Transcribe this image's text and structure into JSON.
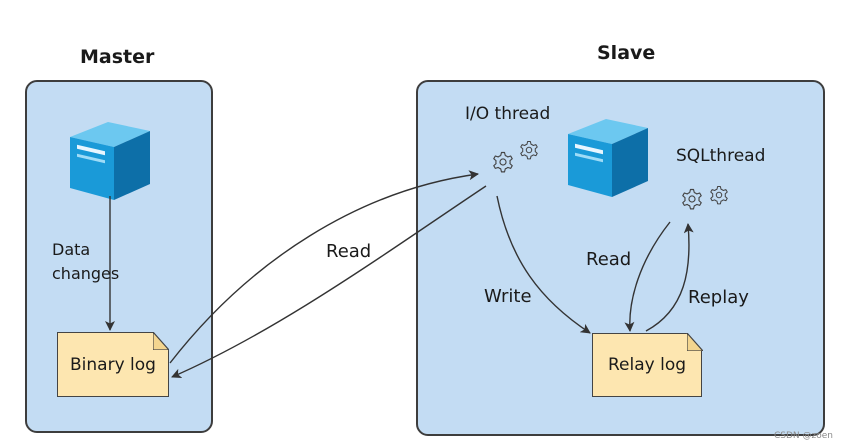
{
  "master": {
    "title": "Master",
    "data_changes_line1": "Data",
    "data_changes_line2": "changes",
    "binary_log": "Binary log"
  },
  "slave": {
    "title": "Slave",
    "io_thread": "I/O thread",
    "sql_thread": "SQLthread",
    "relay_log": "Relay log",
    "write": "Write",
    "read": "Read",
    "replay": "Replay"
  },
  "link": {
    "read": "Read"
  },
  "watermark": "CSDN @zoen",
  "colors": {
    "panel": "#c3dcf3",
    "log": "#fde6b0",
    "server_front": "#1a9ad8",
    "server_side": "#0d6fa8",
    "server_top": "#6cc8f0"
  }
}
